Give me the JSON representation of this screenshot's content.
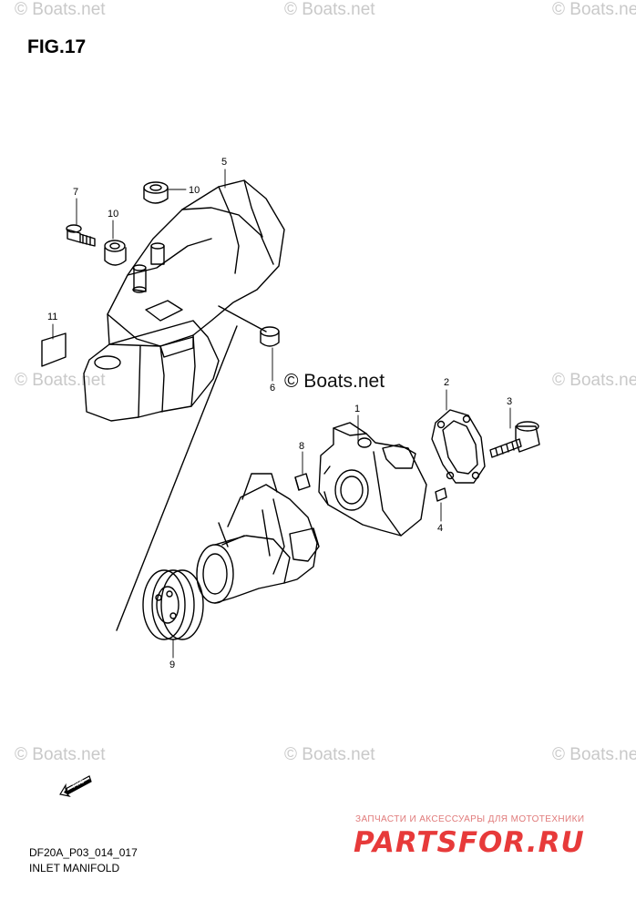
{
  "figure": {
    "title": "FIG.17",
    "code": "DF20A_P03_014_017",
    "name": "INLET MANIFOLD"
  },
  "watermarks": {
    "corner_text": "© Boats.net",
    "center_text": "© Boats.net"
  },
  "callouts": [
    "1",
    "2",
    "3",
    "4",
    "5",
    "6",
    "7",
    "8",
    "9",
    "10",
    "10",
    "11"
  ],
  "fwd_label": "FWD",
  "partsfor": {
    "tagline": "ЗАПЧАСТИ И АКСЕССУАРЫ ДЛЯ МОТОТЕХНИКИ",
    "logo": "PARTSFOR.RU"
  },
  "colors": {
    "line": "#000000",
    "watermark": "#c9c9c9",
    "brand_red": "#e73a3a"
  }
}
